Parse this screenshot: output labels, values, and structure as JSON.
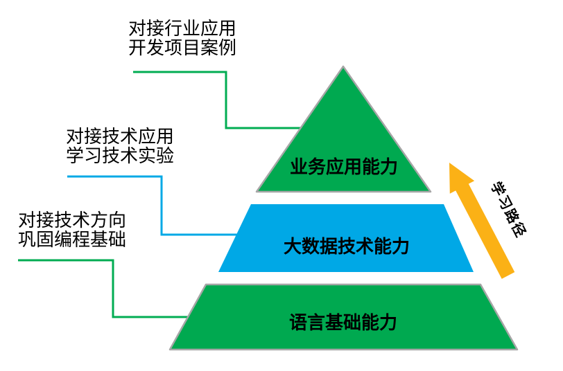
{
  "colors": {
    "green": "#00A950",
    "blue": "#00A8E6",
    "connector_green": "#00AC52",
    "connector_blue": "#00A8E6",
    "border_gray": "#A6A6A6",
    "arrow_orange": "#FBB116",
    "text": "#000000",
    "background": "#FFFFFF"
  },
  "diagram": {
    "annotations": [
      {
        "line1": "对接行业应用",
        "line2": "开发项目案例",
        "connector_color": "#00AC52"
      },
      {
        "line1": "对接技术应用",
        "line2": "学习技术实验",
        "connector_color": "#00A8E6"
      },
      {
        "line1": "对接技术方向",
        "line2": "巩固编程基础",
        "connector_color": "#00AC52"
      }
    ],
    "pyramid": {
      "levels": [
        {
          "label": "业务应用能力",
          "color": "#00A950"
        },
        {
          "label": "大数据技术能力",
          "color": "#00A8E6"
        },
        {
          "label": "语言基础能力",
          "color": "#00A950"
        }
      ]
    },
    "arrow": {
      "label": "学习路径",
      "color": "#FBB116"
    }
  }
}
